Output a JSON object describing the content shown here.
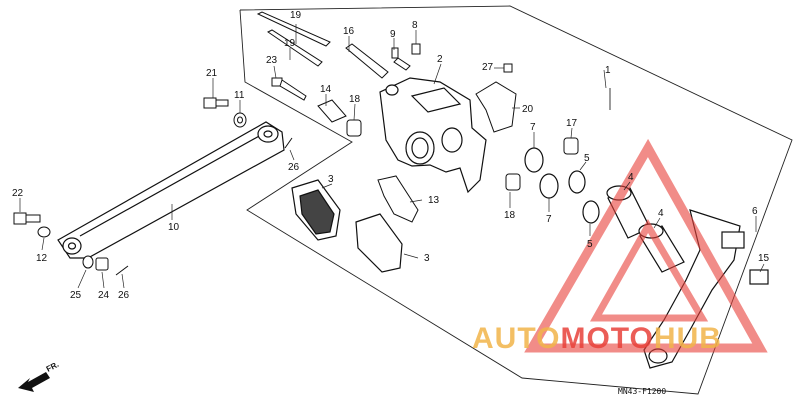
{
  "diagram_code": "MN43-F1200",
  "direction_label": "FR.",
  "watermark": {
    "prefix": "AUTO",
    "middle": "MOTO",
    "suffix": "HUB",
    "color_prefix": "#f1b44a",
    "color_middle": "#e8413a",
    "color_suffix": "#f1b44a"
  },
  "part_numbers": [
    "1",
    "2",
    "3",
    "3",
    "4",
    "4",
    "5",
    "5",
    "6",
    "7",
    "7",
    "8",
    "9",
    "10",
    "11",
    "12",
    "13",
    "14",
    "15",
    "16",
    "17",
    "18",
    "18",
    "19",
    "19",
    "20",
    "21",
    "22",
    "23",
    "24",
    "25",
    "26",
    "26",
    "27"
  ]
}
